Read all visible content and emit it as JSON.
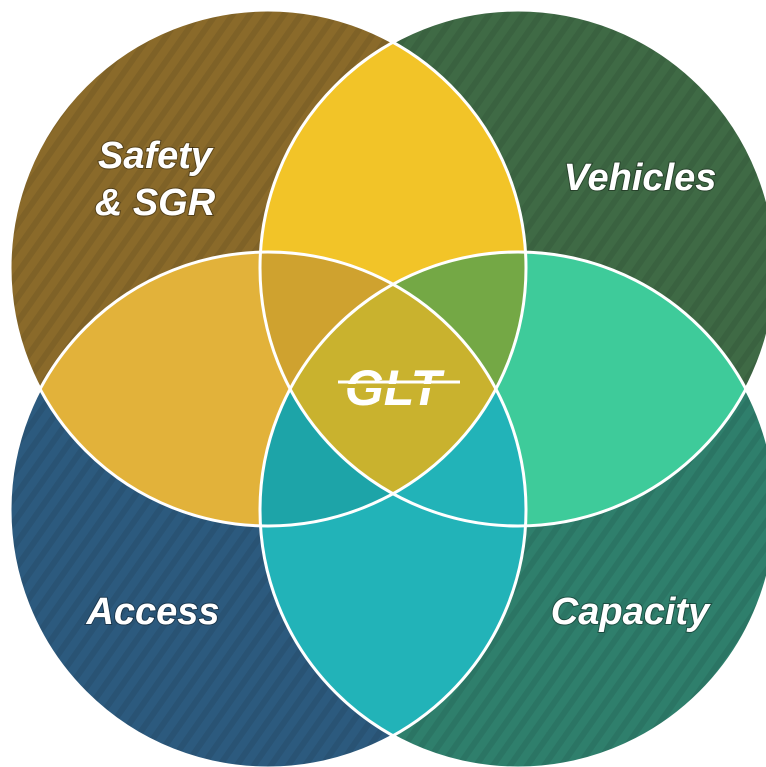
{
  "diagram": {
    "center_label": "GLT",
    "quadrants": [
      {
        "key": "safety",
        "line1": "Safety",
        "line2": "& SGR",
        "color": "#8a6a2a"
      },
      {
        "key": "vehicles",
        "line1": "Vehicles",
        "color": "#3f6a45"
      },
      {
        "key": "access",
        "line1": "Access",
        "color": "#2c5a7e"
      },
      {
        "key": "capacity",
        "line1": "Capacity",
        "color": "#2f7f6c"
      }
    ],
    "lens_colors": {
      "top": "#f2c428",
      "left": "#e2b23a",
      "right": "#3ecb9a",
      "bottom": "#22b3b8",
      "center": "#c9b22e"
    }
  }
}
